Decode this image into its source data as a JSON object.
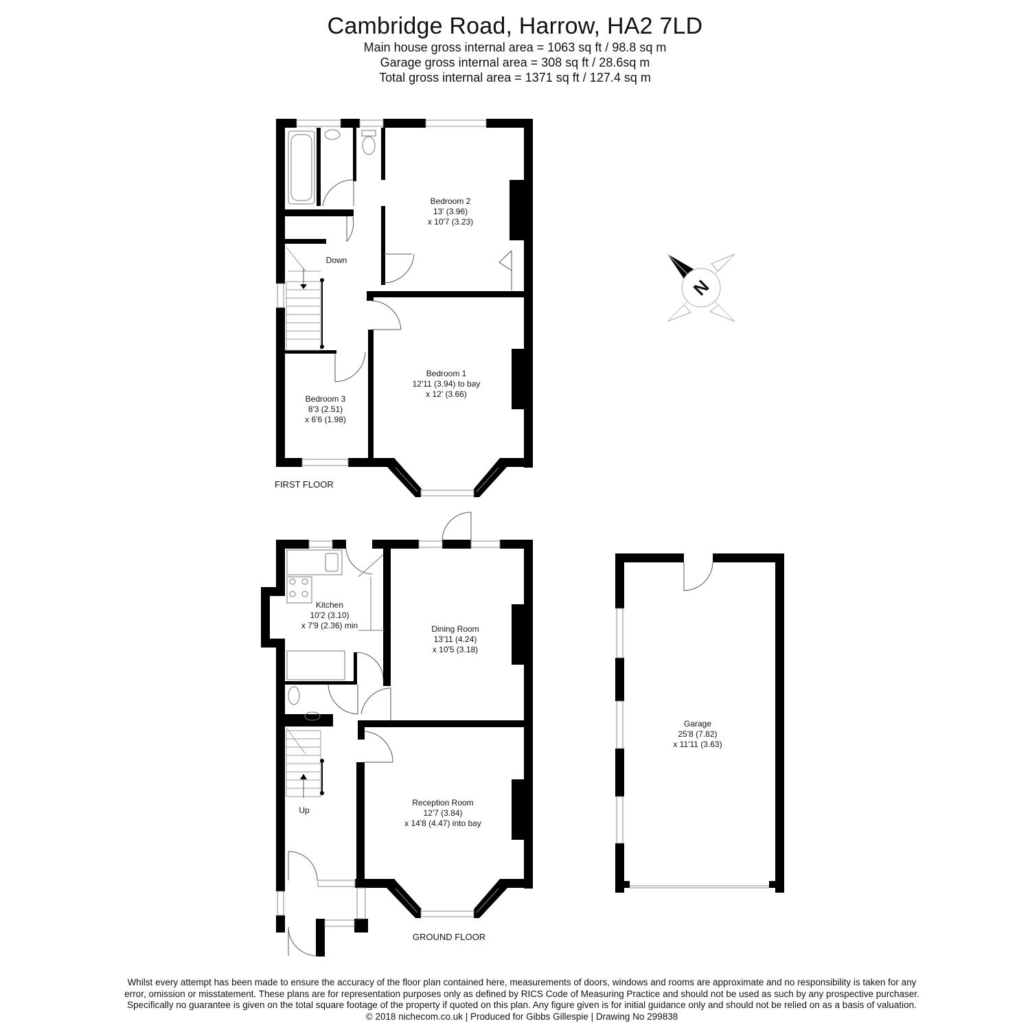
{
  "header": {
    "title": "Cambridge Road, Harrow, HA2 7LD",
    "areas": [
      "Main house gross internal area =  1063 sq ft / 98.8 sq m",
      "Garage gross internal area = 308 sq ft / 28.6sq m",
      "Total gross internal area =  1371 sq ft / 127.4 sq m"
    ]
  },
  "first_floor": {
    "label": "FIRST FLOOR",
    "stairs_label": "Down",
    "rooms": [
      {
        "name": "Bedroom 2",
        "dim1": "13' (3.96)",
        "dim2": "x 10'7 (3.23)"
      },
      {
        "name": "Bedroom 1",
        "dim1": "12'11 (3.94) to bay",
        "dim2": "x 12' (3.66)"
      },
      {
        "name": "Bedroom 3",
        "dim1": "8'3 (2.51)",
        "dim2": "x 6'6 (1.98)"
      }
    ]
  },
  "ground_floor": {
    "label": "GROUND FLOOR",
    "stairs_label": "Up",
    "rooms": [
      {
        "name": "Kitchen",
        "dim1": "10'2 (3.10)",
        "dim2": "x 7'9 (2.36) min"
      },
      {
        "name": "Dining Room",
        "dim1": "13'11 (4.24)",
        "dim2": "x 10'5 (3.18)"
      },
      {
        "name": "Reception Room",
        "dim1": "12'7 (3.84)",
        "dim2": "x 14'8 (4.47) into bay"
      }
    ]
  },
  "garage": {
    "name": "Garage",
    "dim1": "25'8 (7.82)",
    "dim2": "x 11'11 (3.63)"
  },
  "compass": {
    "north_letter": "N"
  },
  "footer": {
    "lines": [
      "Whilst every attempt has been made to ensure the accuracy of the floor plan contained here, measurements of doors, windows and rooms are approximate and no responsibility is taken for any",
      "error, omission or misstatement. These plans are for representation purposes only as defined by RICS Code of Measuring Practice and should not be used as such by any prospective purchaser.",
      "Specifically no guarantee is given on the total square footage of the property if quoted on this plan. Any figure given is for initial guidance only and should not be relied on as a basis of valuation.",
      "© 2018 nichecom.co.uk  |  Produced for Gibbs Gillespie  |  Drawing No 299838"
    ]
  }
}
